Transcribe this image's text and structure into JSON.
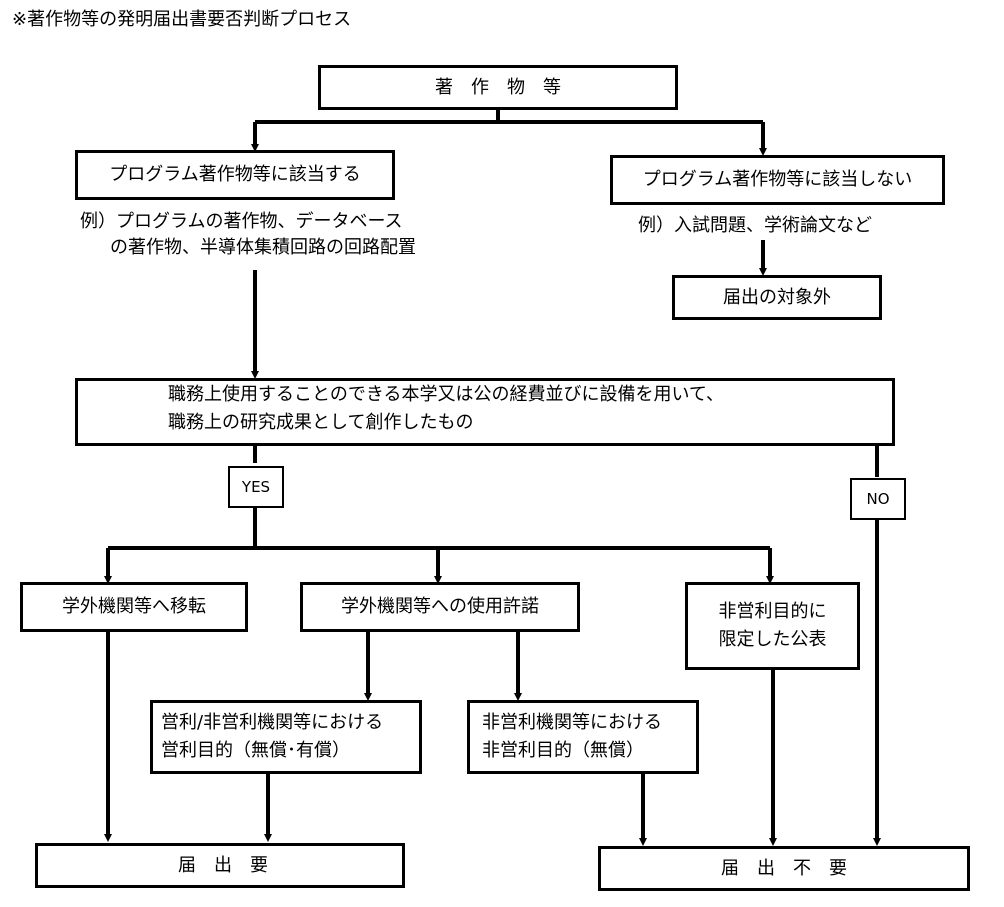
{
  "title": "※著作物等の発明届出書要否判断プロセス",
  "nodes": {
    "top": "著作物等",
    "applies": "プログラム著作物等に該当する",
    "not_applies": "プログラム著作物等に該当しない",
    "example_applies": [
      "例）プログラムの著作物、データベース",
      "の著作物、半導体集積回路の回路配置"
    ],
    "example_not_applies": "例）入試問題、学術論文など",
    "out_of_scope": "届出の対象外",
    "condition": [
      "職務上使用することのできる本学又は公の経費並びに設備を用いて、",
      "職務上の研究成果として創作したもの"
    ],
    "yes": "YES",
    "no": "NO",
    "transfer": "学外機関等へ移転",
    "license": "学外機関等への使用許諾",
    "nonprofit_publish": [
      "非営利目的に",
      "限定した公表"
    ],
    "commercial_use": [
      "営利/非営利機関等における",
      "営利目的（無償･有償）"
    ],
    "nonprofit_use": [
      "非営利機関等における",
      "非営利目的（無償）"
    ],
    "required": "届出要",
    "not_required": "届出不要"
  }
}
